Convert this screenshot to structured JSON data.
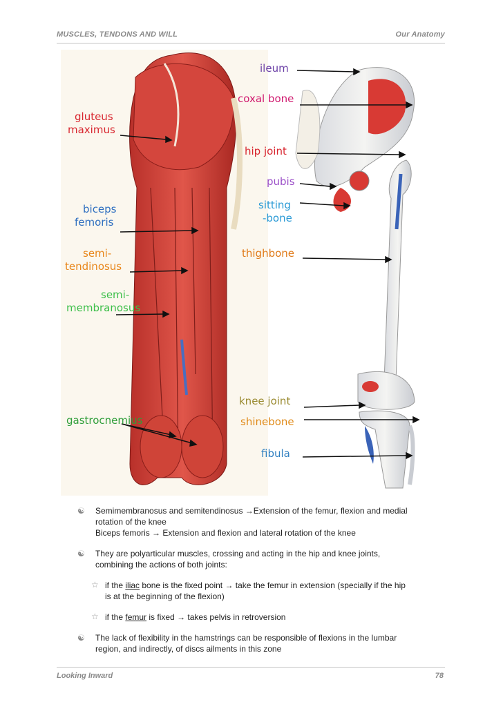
{
  "header": {
    "left": "MUSCLES, TENDONS AND WILL",
    "right": "Our Anatomy"
  },
  "footer": {
    "left": "Looking Inward",
    "page": "78"
  },
  "figure": {
    "muscle_labels": {
      "gluteus_1": "gluteus",
      "gluteus_2": "maximus",
      "biceps_1": "biceps",
      "biceps_2": "femoris",
      "semitend_1": "semi-",
      "semitend_2": "tendinosus",
      "semimemb_1": "semi-",
      "semimemb_2": "membranosus",
      "gastrocnemius": "gastrocnemius"
    },
    "bone_labels": {
      "ileum": "ileum",
      "coxal": "coxal bone",
      "hip_joint": "hip joint",
      "pubis": "pubis",
      "sitting_1": "sitting",
      "sitting_2": "-bone",
      "thighbone": "thighbone",
      "knee_joint": "knee joint",
      "shinebone": "shinebone",
      "fibula": "fibula"
    },
    "colors": {
      "gluteus": "#d8262f",
      "biceps": "#2f6fc0",
      "semitendinosus": "#e8861a",
      "semimembranosus": "#3dbf4a",
      "gastrocnemius": "#2f9e3a",
      "ileum": "#6a3ea6",
      "coxal": "#d01a6f",
      "hip_joint": "#d8262f",
      "pubis": "#9b4fc8",
      "sitting": "#2a9ad6",
      "thighbone": "#e07a18",
      "knee_joint": "#9a8a30",
      "shinebone": "#e08a18",
      "fibula": "#2f7fc0"
    }
  },
  "bullets": {
    "b1": {
      "l1a": "Semimembranosus and  semitendinosus ",
      "l1b": "Extension of the femur, flexion and medial",
      "l2": "rotation of the knee",
      "l3a": "Biceps femoris ",
      "l3b": " Extension and flexion and lateral rotation of the knee"
    },
    "b2": {
      "l1": "They are polyarticular muscles, crossing and acting in the hip and knee joints,",
      "l2": "combining the actions of both joints:"
    },
    "s1": {
      "a": "if the ",
      "u": "iliac",
      "b": " bone is the fixed point ",
      "c": " take the femur in extension (specially if the hip",
      "l2": "is at the beginning of the flexion)"
    },
    "s2": {
      "a": "if the ",
      "u": "femur",
      "b": " is fixed ",
      "c": " takes pelvis in retroversion"
    },
    "b3": {
      "l1": "The lack of flexibility in the hamstrings can be responsible of flexions in the lumbar",
      "l2": "region, and indirectly, of discs ailments in this zone"
    },
    "arrow": "→",
    "bullet_icon": "yin-yang-icon",
    "sub_icon": "star-outline-icon"
  }
}
